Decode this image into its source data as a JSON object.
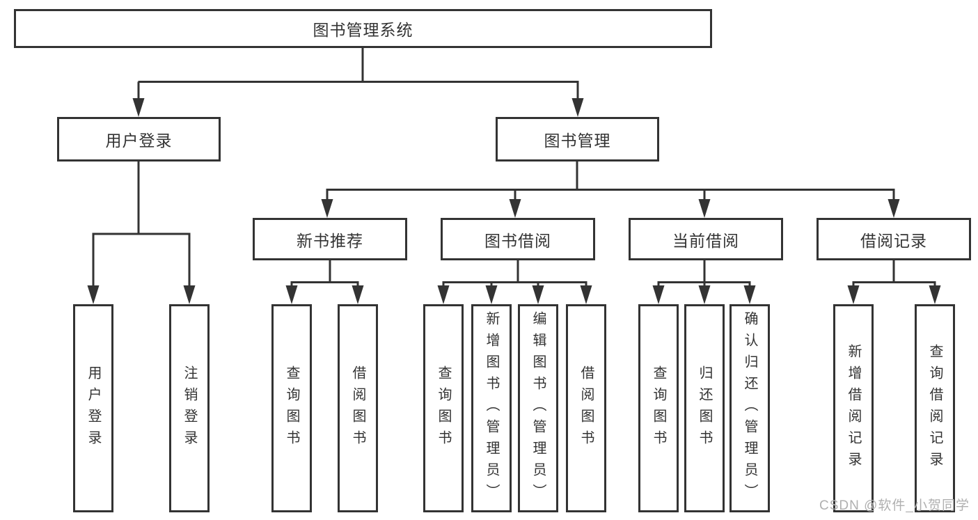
{
  "tree": {
    "root": "图书管理系统",
    "level2": [
      "用户登录",
      "图书管理"
    ],
    "level3": [
      "新书推荐",
      "图书借阅",
      "当前借阅",
      "借阅记录"
    ],
    "leaves": {
      "user_login": [
        "用户登录",
        "注销登录"
      ],
      "new_books": [
        "查询图书",
        "借阅图书"
      ],
      "book_borrow": [
        "查询图书",
        "新增图书（管理员）",
        "编辑图书（管理员）",
        "借阅图书"
      ],
      "current_borrow": [
        "查询图书",
        "归还图书",
        "确认归还（管理员）"
      ],
      "borrow_records": [
        "新增借阅记录",
        "查询借阅记录"
      ]
    }
  },
  "watermark": "CSDN @软件_小贺同学",
  "colors": {
    "line": "#333333",
    "text": "#333333",
    "box_background": "#ffffff",
    "watermark": "#b0b0b0",
    "page_background": "#ffffff"
  }
}
